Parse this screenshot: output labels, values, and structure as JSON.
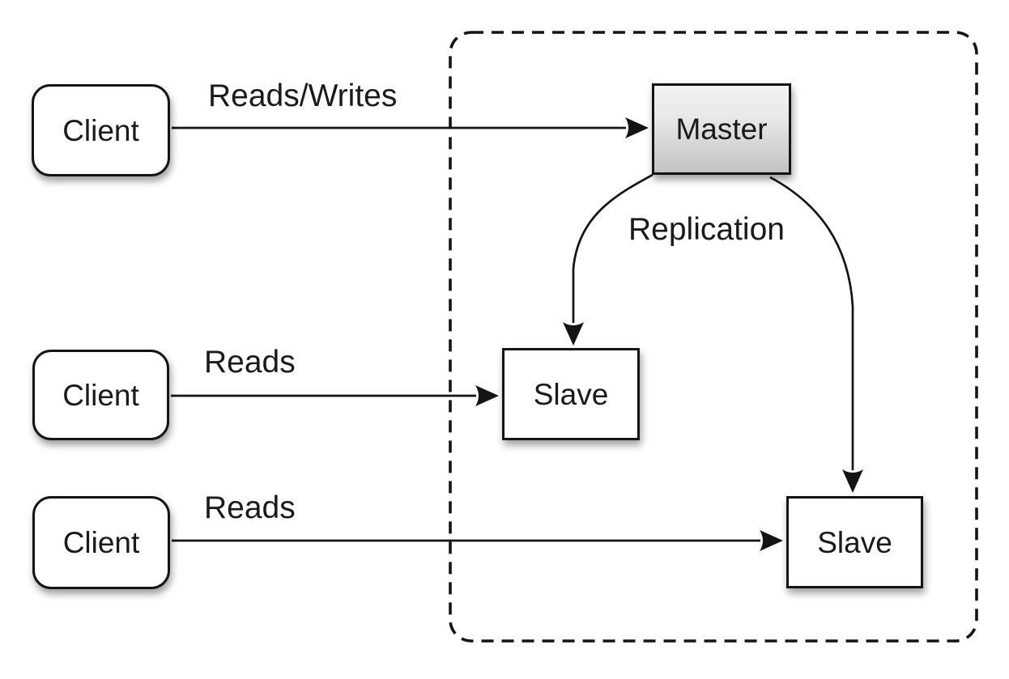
{
  "colors": {
    "background": "#ffffff",
    "stroke": "#141414",
    "text": "#1a1a1a",
    "node_fill": "#ffffff",
    "master_gradient_top": "#f3f3f3",
    "master_gradient_bottom": "#c3c3c3"
  },
  "nodes": {
    "client_top": {
      "label": "Client"
    },
    "client_middle": {
      "label": "Client"
    },
    "client_bottom": {
      "label": "Client"
    },
    "master": {
      "label": "Master"
    },
    "slave_left": {
      "label": "Slave"
    },
    "slave_right": {
      "label": "Slave"
    }
  },
  "edge_labels": {
    "reads_writes": "Reads/Writes",
    "reads_middle": "Reads",
    "reads_bottom": "Reads",
    "replication": "Replication"
  }
}
